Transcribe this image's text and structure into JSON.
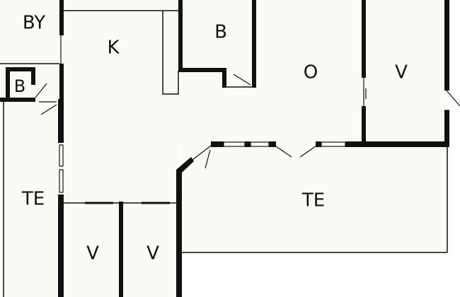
{
  "colors": {
    "background": "#ffffff",
    "floor": "#fbfbf6",
    "wall": "#111111",
    "label": "#111111"
  },
  "rooms": {
    "by": "BY",
    "k": "K",
    "b_top": "B",
    "b_small": "B",
    "o": "O",
    "v_right": "V",
    "te_left": "TE",
    "te_right": "TE",
    "v_bottom_left": "V",
    "v_bottom_right": "V"
  }
}
